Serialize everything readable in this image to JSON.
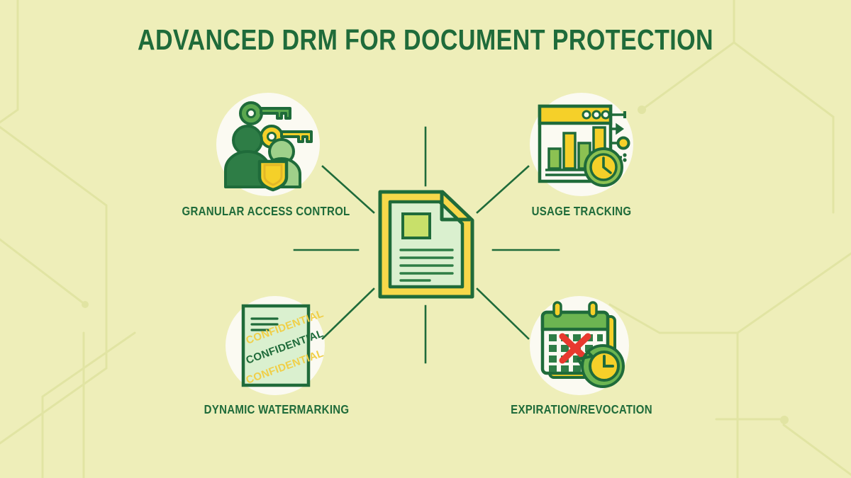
{
  "page": {
    "title": "ADVANCED DRM FOR DOCUMENT PROTECTION",
    "background_color": "#eeeeb9",
    "accent_dark_green": "#1f6b3a",
    "accent_mid_green": "#5aa84f",
    "accent_light_green": "#9fd08a",
    "accent_yellow": "#f5d029",
    "accent_red": "#e8392f",
    "circle_color": "#fbfaf2"
  },
  "center": {
    "name": "protected-document",
    "body_color": "#f7d84a",
    "page_color": "#daf0cf",
    "thumb_color": "#c8e06a",
    "outline_color": "#1f6b3a",
    "text_line_count": 6
  },
  "nodes": [
    {
      "id": "granular-access-control",
      "label": "GRANULAR ACCESS CONTROL",
      "icon": "people-shield-keys-icon",
      "position": "top-left",
      "elements": [
        "green-key",
        "yellow-key",
        "dark-green-person",
        "light-green-person",
        "yellow-shield"
      ]
    },
    {
      "id": "usage-tracking",
      "label": "USAGE TRACKING",
      "icon": "browser-bar-chart-clock-icon",
      "position": "top-right",
      "elements": [
        "browser-window",
        "three-dots",
        "bar-chart",
        "clock",
        "tick-markers"
      ],
      "bars": [
        {
          "color": "#8cc152",
          "height": 38
        },
        {
          "color": "#f5d029",
          "height": 66
        },
        {
          "color": "#8cc152",
          "height": 48
        },
        {
          "color": "#f5d029",
          "height": 78
        }
      ],
      "dots": 3
    },
    {
      "id": "dynamic-watermarking",
      "label": "DYNAMIC WATERMARKING",
      "icon": "watermarked-page-icon",
      "position": "bottom-left",
      "watermark_text": "CONFIDENTIAL",
      "watermark_count": 3,
      "page_color": "#daf0cf"
    },
    {
      "id": "expiration-revocation",
      "label": "EXPIRATION/REVOCATION",
      "icon": "calendar-x-clock-icon",
      "position": "bottom-right",
      "elements": [
        "calendar",
        "red-x",
        "rewind-clock"
      ],
      "grid_columns": 5,
      "grid_rows": 4
    }
  ]
}
